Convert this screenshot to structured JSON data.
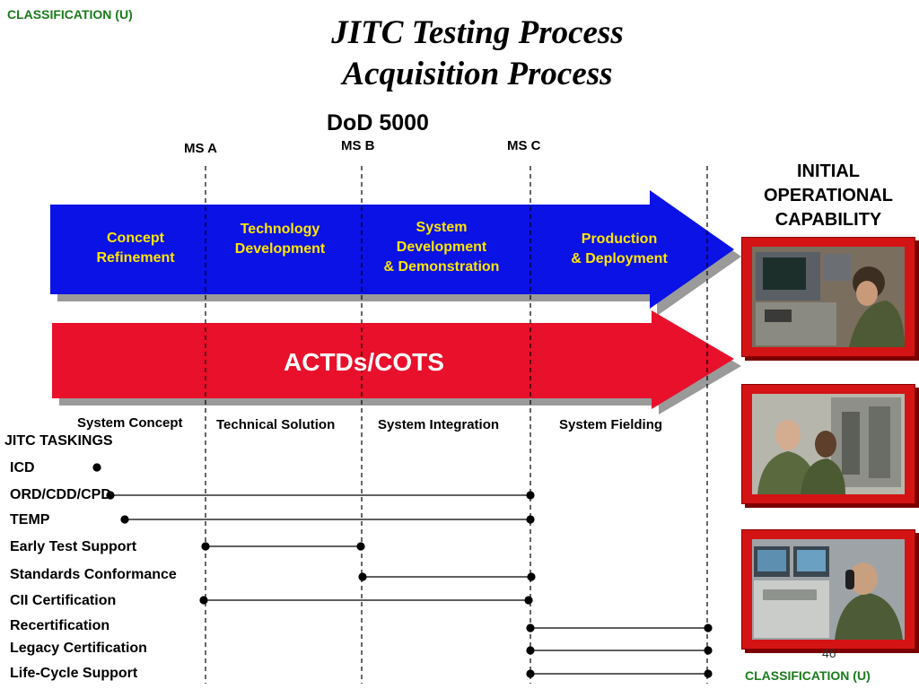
{
  "header": {
    "classification_top": "CLASSIFICATION (U)",
    "title_line1": "JITC Testing Process",
    "title_line2": "Acquisition Process",
    "subtitle": "DoD 5000"
  },
  "milestones": [
    "MS A",
    "MS B",
    "MS C"
  ],
  "ioc_lines": [
    "INITIAL",
    "OPERATIONAL",
    "CAPABILITY"
  ],
  "phases": [
    {
      "line1": "Concept",
      "line2": "Refinement",
      "line3": ""
    },
    {
      "line1": "Technology",
      "line2": "Development",
      "line3": ""
    },
    {
      "line1": "System",
      "line2": "Development",
      "line3": "& Demonstration"
    },
    {
      "line1": "Production",
      "line2": "& Deployment",
      "line3": ""
    }
  ],
  "actds_label": "ACTDs/COTS",
  "stages": [
    "System Concept",
    "Technical Solution",
    "System Integration",
    "System Fielding"
  ],
  "taskings_header": "JITC TASKINGS",
  "taskings": [
    "ICD",
    "ORD/CDD/CPD",
    "TEMP",
    "Early Test Support",
    "Standards Conformance",
    "CII Certification",
    "Recertification",
    "Legacy Certification",
    "Life-Cycle Support"
  ],
  "page_number": "46",
  "classification_bottom": "CLASSIFICATION (U)",
  "colors": {
    "classification": "#1a7a1a",
    "phase_arrow": "#0a12e6",
    "phase_text": "#ffe600",
    "actds_arrow": "#e8102a",
    "photo_frame": "#d41414"
  }
}
